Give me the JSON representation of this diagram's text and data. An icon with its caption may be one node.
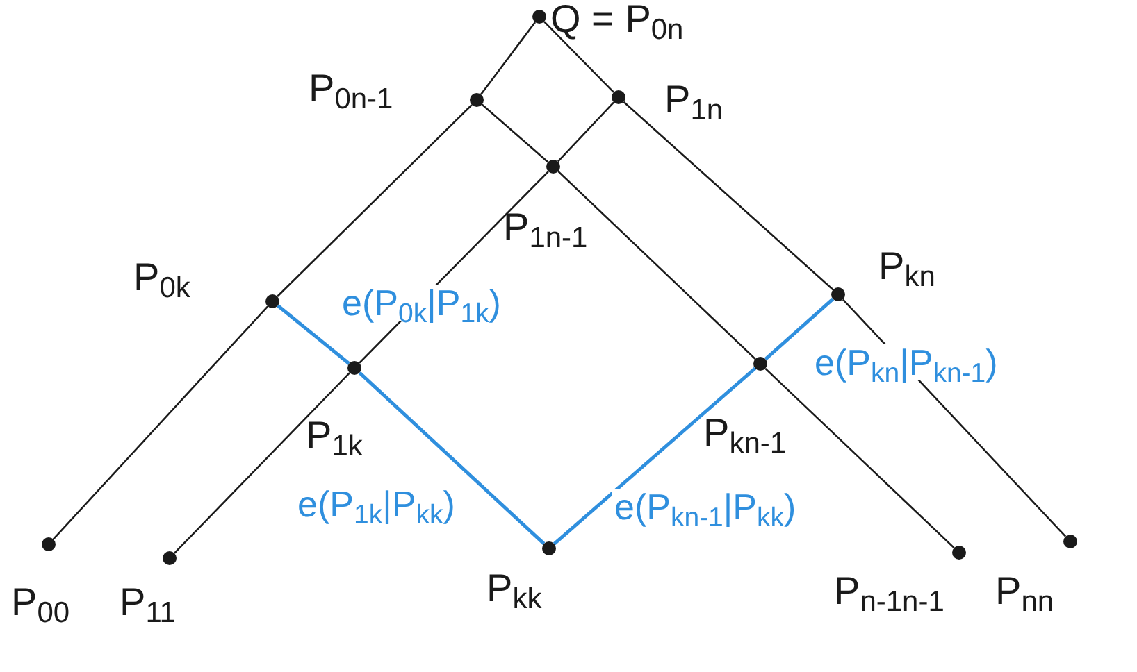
{
  "diagram": {
    "nodes": [
      {
        "text": [],
        "shape": "circle",
        "beside": [
          "Q = P$_{0n}$"
        ]
      },
      {
        "text": [],
        "shape": "circle",
        "beside": [
          "P$_{0n-1}$"
        ]
      },
      {
        "text": [],
        "shape": "circle",
        "beside": [
          "P$_{1n}$"
        ]
      },
      {
        "text": [],
        "shape": "circle",
        "beside": [
          "P$_{1n-1}$"
        ]
      },
      {
        "text": [],
        "shape": "circle",
        "beside": [
          "P$_{0k}$"
        ]
      },
      {
        "text": [],
        "shape": "circle",
        "beside": [
          "P$_{kn}$"
        ]
      },
      {
        "text": [],
        "shape": "circle",
        "beside": [
          "P$_{1k}$"
        ]
      },
      {
        "text": [],
        "shape": "circle",
        "beside": [
          "P$_{kn-1}$"
        ]
      },
      {
        "text": [],
        "shape": "circle",
        "beside": [
          "P$_{kk}$"
        ]
      },
      {
        "text": [],
        "shape": "circle",
        "beside": [
          "P$_{00}$"
        ]
      },
      {
        "text": [],
        "shape": "circle",
        "beside": [
          "P$_{11}$"
        ]
      },
      {
        "text": [],
        "shape": "circle",
        "beside": [
          "P$_{n-1n-1}$"
        ]
      },
      {
        "text": [],
        "shape": "circle",
        "beside": [
          "P$_{nn}$"
        ]
      }
    ],
    "edges": [
      {
        "from": 0,
        "to": 1,
        "arrow": "none"
      },
      {
        "from": 1,
        "to": 4,
        "arrow": "none"
      },
      {
        "from": 4,
        "to": 9,
        "arrow": "none"
      },
      {
        "from": 0,
        "to": 2,
        "arrow": "none"
      },
      {
        "from": 2,
        "to": 5,
        "arrow": "none"
      },
      {
        "from": 5,
        "to": 12,
        "arrow": "none"
      },
      {
        "from": 1,
        "to": 3,
        "arrow": "none"
      },
      {
        "from": 3,
        "to": 7,
        "arrow": "none"
      },
      {
        "from": 7,
        "to": 11,
        "arrow": "none"
      },
      {
        "from": 2,
        "to": 3,
        "arrow": "none"
      },
      {
        "from": 3,
        "to": 6,
        "arrow": "none"
      },
      {
        "from": 6,
        "to": 10,
        "arrow": "none"
      },
      {
        "from": 4,
        "to": 6,
        "arrow": "none",
        "label": "e(P$_{0k}$|P$_{1k}$)",
        "color": "#2f8fde"
      },
      {
        "from": 6,
        "to": 8,
        "arrow": "none",
        "label": "e(P$_{1k}$|P$_{kk}$)",
        "color": "#2f8fde"
      },
      {
        "from": 8,
        "to": 7,
        "arrow": "none",
        "label": "e(P$_{kn-1}$|P$_{kk}$)",
        "color": "#2f8fde"
      },
      {
        "from": 7,
        "to": 5,
        "arrow": "none",
        "label": "e(P$_{kn}$|P$_{kn-1}$)",
        "color": "#2f8fde"
      }
    ]
  }
}
